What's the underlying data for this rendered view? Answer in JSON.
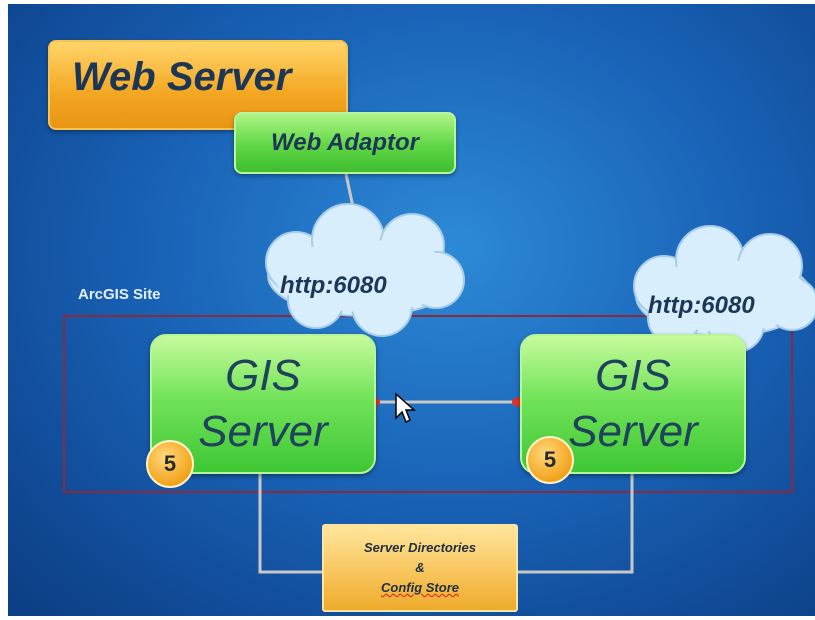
{
  "diagram": {
    "web_server": "Web Server",
    "web_adaptor": "Web Adaptor",
    "site_label": "ArcGIS Site",
    "cloud_left": "http:6080",
    "cloud_right": "http:6080",
    "gis_server_left": {
      "line1": "GIS",
      "line2": "Server",
      "badge": "5"
    },
    "gis_server_right": {
      "line1": "GIS",
      "line2": "Server",
      "badge": "5"
    },
    "config_store": {
      "line1": "Server Directories",
      "line2": "&",
      "line3": "Config Store"
    }
  },
  "colors": {
    "background": "#1a64b8",
    "orange_box": "#f3a722",
    "green_box": "#5fd645",
    "site_border": "#8a2a3a",
    "connector": "#c8c8c8"
  }
}
